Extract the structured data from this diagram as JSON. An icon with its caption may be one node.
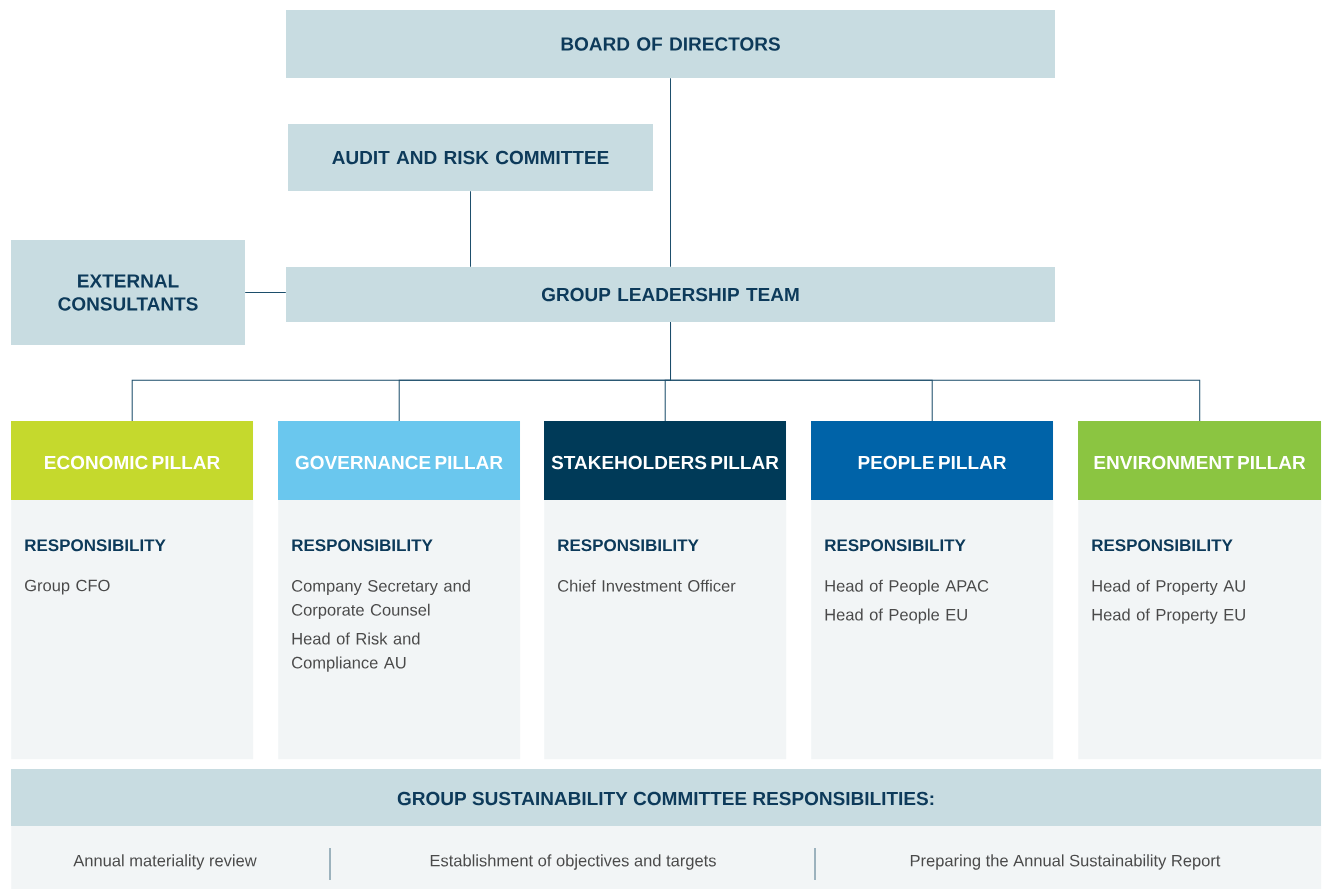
{
  "diagram": {
    "nodes": [
      {
        "text": [
          "BOARD OF DIRECTORS"
        ]
      },
      {
        "text": [
          "AUDIT AND RISK COMMITTEE"
        ]
      },
      {
        "text": [
          "EXTERNAL CONSULTANTS"
        ]
      },
      {
        "text": [
          "GROUP LEADERSHIP TEAM"
        ]
      },
      {
        "text": [
          "ECONOMIC PILLAR",
          "RESPONSIBILITY",
          "Group CFO"
        ]
      },
      {
        "text": [
          "GOVERNANCE PILLAR",
          "RESPONSIBILITY",
          "Company Secretary and Corporate Counsel",
          "Head of Risk and Compliance AU"
        ]
      },
      {
        "text": [
          "STAKEHOLDERS PILLAR",
          "RESPONSIBILITY",
          "Chief Investment Officer"
        ]
      },
      {
        "text": [
          "PEOPLE PILLAR",
          "RESPONSIBILITY",
          "Head of People APAC",
          "Head of People EU"
        ]
      },
      {
        "text": [
          "ENVIRONMENT PILLAR",
          "RESPONSIBILITY",
          "Head of Property AU",
          "Head of Property EU"
        ]
      },
      {
        "text": [
          "GROUP SUSTAINABILITY COMMITTEE RESPONSIBILITIES:",
          "Annual materiality review",
          "Establishment of objectives and targets",
          "Preparing the Annual Sustainability Report"
        ]
      }
    ],
    "edges": [
      {
        "from": 0,
        "to": 3,
        "arrow": "none"
      },
      {
        "from": 1,
        "to": 3,
        "arrow": "none"
      },
      {
        "from": 2,
        "to": 3,
        "arrow": "none"
      },
      {
        "from": 3,
        "to": 4,
        "arrow": "none"
      },
      {
        "from": 3,
        "to": 5,
        "arrow": "none"
      },
      {
        "from": 3,
        "to": 6,
        "arrow": "none"
      },
      {
        "from": 3,
        "to": 7,
        "arrow": "none"
      },
      {
        "from": 3,
        "to": 8,
        "arrow": "none"
      }
    ]
  }
}
